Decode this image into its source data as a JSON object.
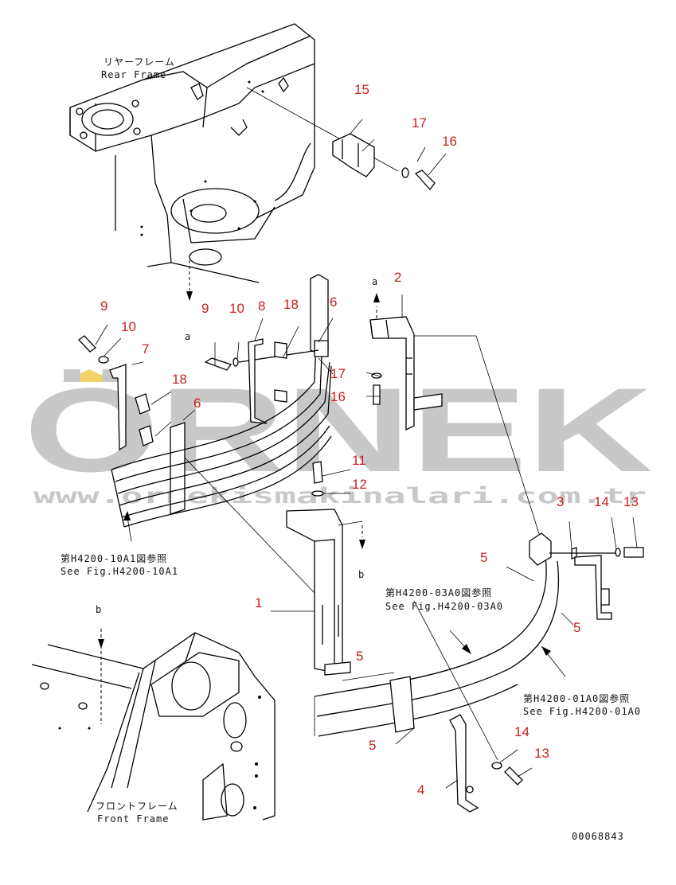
{
  "watermark": {
    "brand": "ÖRNEK",
    "url": "www.ornekismakinalari.com.tr"
  },
  "frames": {
    "rear_jp": "リヤーフレーム",
    "rear_en": "Rear Frame",
    "front_jp": "フロントフレーム",
    "front_en": "Front Frame"
  },
  "refs": {
    "r10a1_jp": "第H4200-10A1図参照",
    "r10a1_en": "See Fig.H4200-10A1",
    "r03a0_jp": "第H4200-03A0図参照",
    "r03a0_en": "See Fig.H4200-03A0",
    "r01a0_jp": "第H4200-01A0図参照",
    "r01a0_en": "See Fig.H4200-01A0"
  },
  "view_marks": {
    "a": "a",
    "b": "b"
  },
  "part_numbers": {
    "p15": "15",
    "p17_top": "17",
    "p16_top": "16",
    "p9_left": "9",
    "p10_left": "10",
    "p7": "7",
    "p18_left": "18",
    "p6_left": "6",
    "p9_mid": "9",
    "p10_mid": "10",
    "p8": "8",
    "p18_mid": "18",
    "p6_mid": "6",
    "p2": "2",
    "p17_mid": "17",
    "p16_mid": "16",
    "p11": "11",
    "p12": "12",
    "p3": "3",
    "p14_right": "14",
    "p13_right": "13",
    "p5_a": "5",
    "p5_b": "5",
    "p5_c": "5",
    "p5_d": "5",
    "p1": "1",
    "p14_low": "14",
    "p13_low": "13",
    "p4": "4"
  },
  "drawing_no": "00068843"
}
